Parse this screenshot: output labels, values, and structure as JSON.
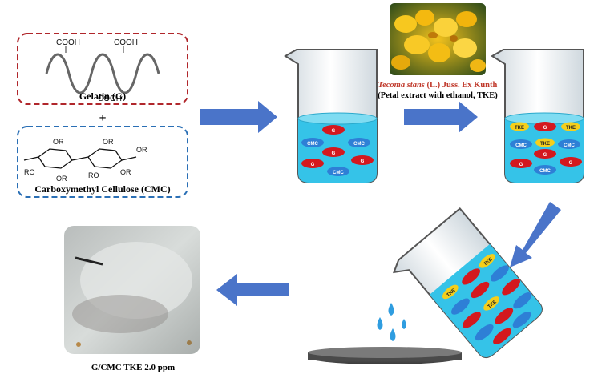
{
  "gelatin": {
    "cooh_left": "COOH",
    "cooh_right": "COOH",
    "cooh_bottom": "COOH",
    "label": "Gelatin (G)"
  },
  "plus": "+",
  "cmc": {
    "label": "Carboxymethyl Cellulose (CMC)",
    "groups": [
      "OR",
      "RO",
      "OR",
      "OR",
      "RO",
      "OR",
      "OR"
    ]
  },
  "extract": {
    "species": "Tecoma stans",
    "authority": " (L.) Juss. Ex Kunth",
    "caption": "(Petal extract with ethanol, TKE)"
  },
  "pills": {
    "g": "G",
    "cmc": "CMC",
    "tke": "TKE"
  },
  "film": {
    "caption": "G/CMC TKE 2.0 ppm"
  },
  "colors": {
    "gelatin_border": "#b0262b",
    "cmc_border": "#2a6fb5",
    "arrow": "#4a74c9",
    "liquid": "#35c3e8",
    "pill_g": "#d4181e",
    "pill_cmc": "#2e7fd6",
    "pill_tke": "#f5cf1b",
    "species_text": "#c0392b"
  }
}
